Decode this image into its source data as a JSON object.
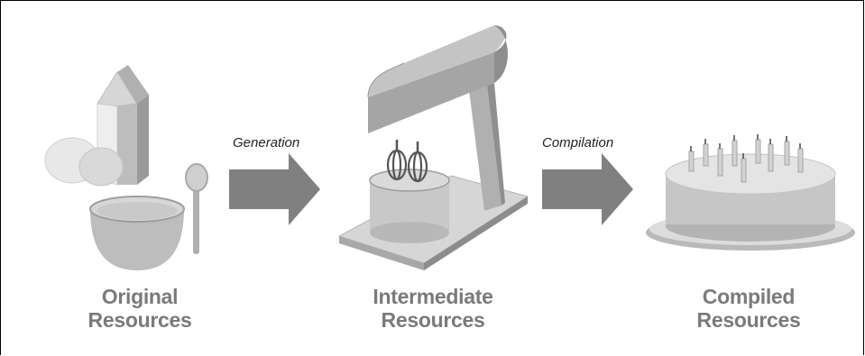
{
  "stages": [
    {
      "line1": "Original",
      "line2": "Resources"
    },
    {
      "line1": "Intermediate",
      "line2": "Resources"
    },
    {
      "line1": "Compiled",
      "line2": "Resources"
    }
  ],
  "steps": [
    {
      "label": "Generation"
    },
    {
      "label": "Compilation"
    }
  ],
  "colors": {
    "light": "#e4e4e4",
    "mid": "#c2c2c2",
    "dark": "#8f8f8f",
    "arrow": "#7f7f7f",
    "caption": "#7a7a7a"
  }
}
